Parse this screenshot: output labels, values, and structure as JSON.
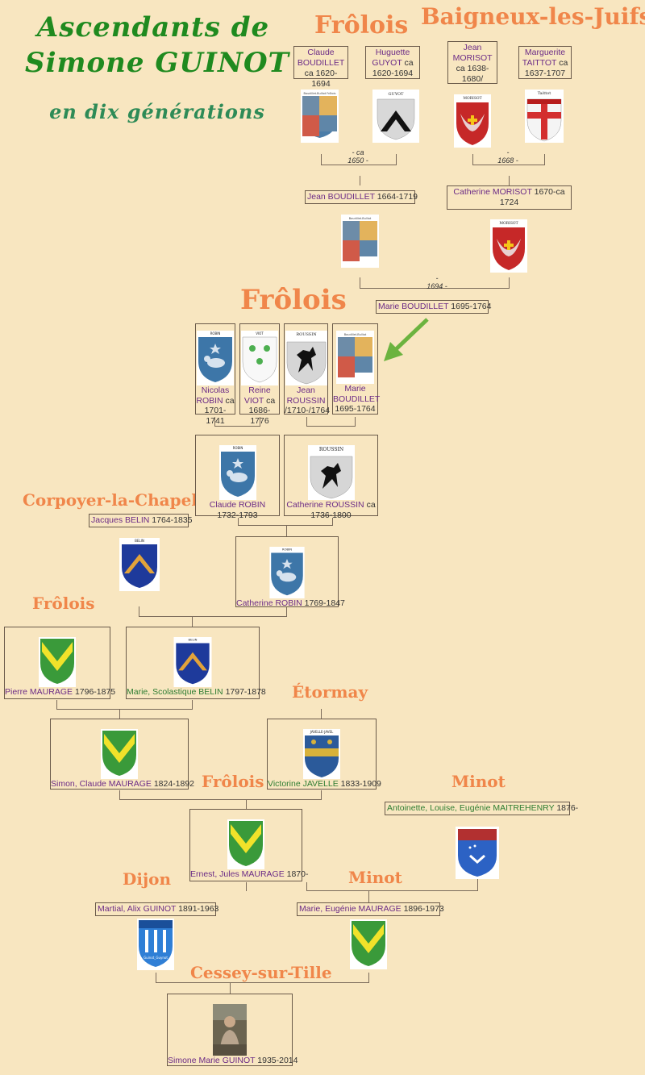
{
  "title": {
    "line1": "Ascendants de",
    "line2": "Simone GUINOT",
    "line3": "en dix générations"
  },
  "places": {
    "frolois_top": "Frôlois",
    "baigneux": "Baigneux-les-Juifs",
    "frolois_mid": "Frôlois",
    "corpoyer": "Corpoyer-la-Chapelle",
    "frolois_left": "Frôlois",
    "etormay": "Étormay",
    "frolois_low": "Frôlois",
    "minot_right": "Minot",
    "dijon": "Dijon",
    "minot_low": "Minot",
    "cessey": "Cessey-sur-Tille"
  },
  "people": {
    "claude_boudillet": {
      "name": "Claude BOUDILLET",
      "dates": "ca 1620-1694"
    },
    "huguette_guyot": {
      "name": "Huguette GUYOT",
      "dates": "ca 1620-1694"
    },
    "jean_morisot": {
      "name": "Jean MORISOT",
      "dates": "ca 1638-1680/"
    },
    "marguerite_taittot": {
      "name": "Marguerite TAITTOT",
      "dates": "ca 1637-1707"
    },
    "jean_boudillet": {
      "name": "Jean BOUDILLET",
      "dates": "1664-1719"
    },
    "catherine_morisot": {
      "name": "Catherine MORISOT",
      "dates": "1670-ca 1724"
    },
    "marie_boudillet": {
      "name": "Marie BOUDILLET",
      "dates": "1695-1764"
    },
    "nicolas_robin": {
      "name": "Nicolas ROBIN",
      "dates": "ca 1701-1741"
    },
    "reine_viot": {
      "name": "Reine VIOT",
      "dates": "ca 1686-1776"
    },
    "jean_roussin": {
      "name": "Jean ROUSSIN",
      "dates": "/1710-/1764"
    },
    "marie_boudillet2": {
      "name": "Marie BOUDILLET",
      "dates": "1695-1764"
    },
    "claude_robin": {
      "name": "Claude ROBIN",
      "dates": "1732-1793"
    },
    "catherine_roussin": {
      "name": "Catherine ROUSSIN",
      "dates": "ca 1736-1800"
    },
    "jacques_belin": {
      "name": "Jacques BELIN",
      "dates": "1764-1835"
    },
    "catherine_robin": {
      "name": "Catherine ROBIN",
      "dates": "1769-1847"
    },
    "pierre_maurage": {
      "name": "Pierre MAURAGE",
      "dates": "1796-1875"
    },
    "marie_belin": {
      "name": "Marie, Scolastique BELIN",
      "dates": "1797-1878"
    },
    "simon_maurage": {
      "name": "Simon, Claude MAURAGE",
      "dates": "1824-1892"
    },
    "victorine_javelle": {
      "name": "Victorine JAVELLE",
      "dates": "1833-1909"
    },
    "antoinette_maitrehenry": {
      "name": "Antoinette, Louise, Eugénie MAITREHENRY",
      "dates": "1876-"
    },
    "ernest_maurage": {
      "name": "Ernest, Jules MAURAGE",
      "dates": "1870-"
    },
    "martial_guinot": {
      "name": "Martial, Alix GUINOT",
      "dates": "1891-1963"
    },
    "marie_maurage": {
      "name": "Marie, Eugénie MAURAGE",
      "dates": "1896-1973"
    },
    "simone_guinot": {
      "name": "Simone Marie GUINOT",
      "dates": "1935-2014"
    }
  },
  "marriages": {
    "m1": {
      "line1": "- ca",
      "line2": "1650 -"
    },
    "m2": {
      "line1": "-",
      "line2": "1668 -"
    },
    "m3": {
      "line1": "-",
      "line2": "1694 -"
    }
  },
  "arms": {
    "boudillet": "Boudillet-Bulliot Frôlois",
    "guyot": "GUYOT Frôlois",
    "morisot": "MORISOT Minot",
    "taittot": "Taittot Minot",
    "robin": "ROBIN Frôlois",
    "viot": "VIOT Frôlois",
    "roussin": "ROUSSIN Frôlois",
    "belin": "BELIN Corpoyer-la-Chapelle",
    "maurage": "Maurage_Morage Frôlois",
    "javelle": "JAVELLE-JAVEL Étormay",
    "maitrehenry": "Minot",
    "guinot": "Guinot_Guynot Dijon"
  },
  "colors": {
    "background": "#f8e6c0",
    "title": "#1f8a1f",
    "place": "#f0864a",
    "name": "#6b2b86",
    "green_name": "#2e7d32",
    "arrow": "#6cb33f"
  }
}
